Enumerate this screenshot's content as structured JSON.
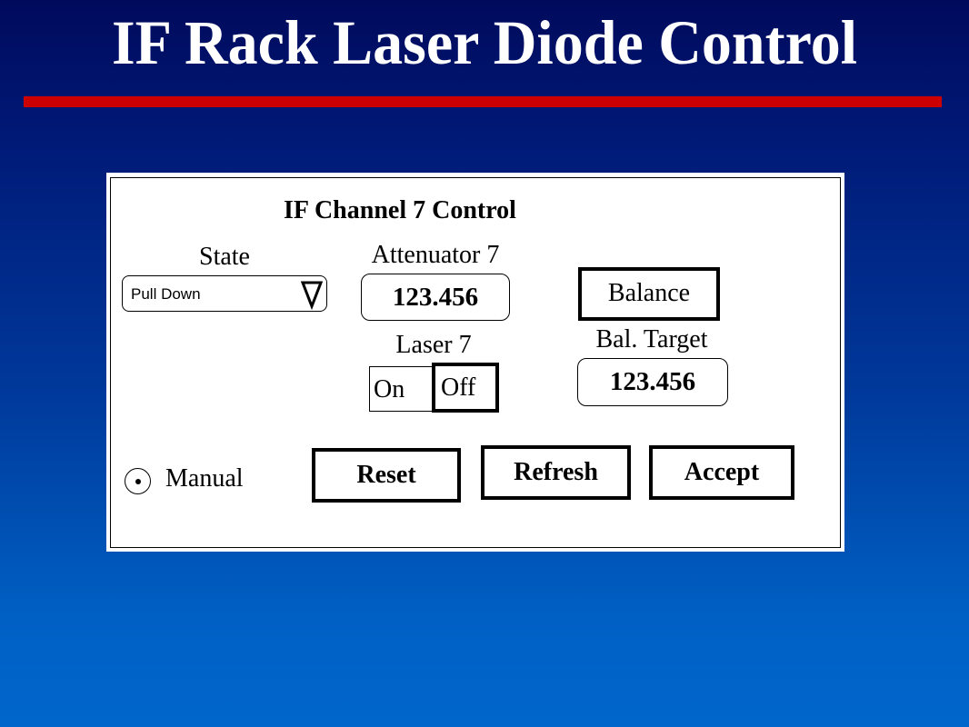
{
  "slide": {
    "title": "IF Rack Laser Diode Control",
    "colors": {
      "title_rule": "#cc0000",
      "background_top": "#000a5c",
      "background_bottom": "#0066cc"
    }
  },
  "panel": {
    "title": "IF Channel 7 Control",
    "state": {
      "label": "State",
      "dropdown_value": "Pull Down",
      "icon": "triangle-down-icon"
    },
    "attenuator": {
      "label": "Attenuator 7",
      "value": "123.456"
    },
    "laser": {
      "label": "Laser 7",
      "on_label": "On",
      "off_label": "Off",
      "selected": "Off"
    },
    "balance": {
      "button_label": "Balance",
      "target_label": "Bal. Target",
      "target_value": "123.456"
    },
    "mode": {
      "radio_label": "Manual",
      "selected": true
    },
    "actions": {
      "reset_label": "Reset",
      "refresh_label": "Refresh",
      "accept_label": "Accept"
    }
  }
}
